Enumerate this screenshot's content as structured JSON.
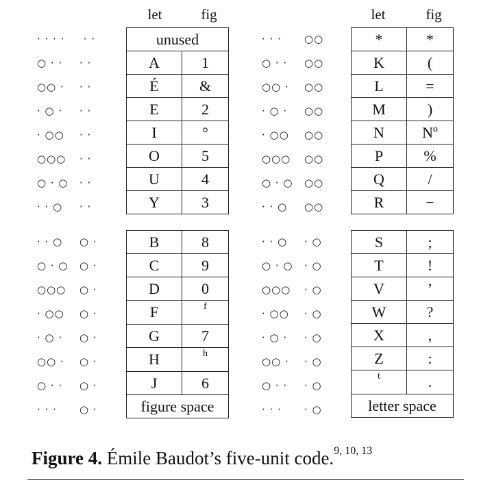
{
  "header": {
    "left_let": "let",
    "left_fig": "fig",
    "right_let": "let",
    "right_fig": "fig"
  },
  "left_top": {
    "span_row": {
      "code": [
        "· · · ·",
        " · ·"
      ],
      "text": "unused"
    },
    "rows": [
      {
        "code": [
          "○ · ·",
          "· ·"
        ],
        "let": "A",
        "fig": "1"
      },
      {
        "code": [
          "○○ ·",
          "· ·"
        ],
        "let": "É",
        "fig": "&"
      },
      {
        "code": [
          "· ○ ·",
          "· ·"
        ],
        "let": "E",
        "fig": "2"
      },
      {
        "code": [
          "· ○○",
          "· ·"
        ],
        "let": "I",
        "fig": "°"
      },
      {
        "code": [
          "○○○",
          "· ·"
        ],
        "let": "O",
        "fig": "5"
      },
      {
        "code": [
          "○ · ○",
          "· ·"
        ],
        "let": "U",
        "fig": "4"
      },
      {
        "code": [
          "· · ○",
          "· ·"
        ],
        "let": "Y",
        "fig": "3"
      }
    ]
  },
  "left_bottom": {
    "rows": [
      {
        "code": [
          "· · ○",
          "○ ·"
        ],
        "let": "B",
        "fig": "8"
      },
      {
        "code": [
          "○ · ○",
          "○ ·"
        ],
        "let": "C",
        "fig": "9"
      },
      {
        "code": [
          "○○○",
          "○ ·"
        ],
        "let": "D",
        "fig": "0"
      },
      {
        "code": [
          "· ○○",
          "○ ·"
        ],
        "let": "F",
        "fig": "f"
      },
      {
        "code": [
          "· ○ ·",
          "○ ·"
        ],
        "let": "G",
        "fig": "7"
      },
      {
        "code": [
          "○○ ·",
          "○ ·"
        ],
        "let": "H",
        "fig": "h"
      },
      {
        "code": [
          "○ · ·",
          "○ ·"
        ],
        "let": "J",
        "fig": "6"
      }
    ],
    "span_row": {
      "code": [
        "· · ·",
        "○ ·"
      ],
      "text": "figure space"
    }
  },
  "right_top": {
    "rows": [
      {
        "code": [
          "· · ·",
          "○○"
        ],
        "let": "*",
        "fig": "*"
      },
      {
        "code": [
          "○ · ·",
          "○○"
        ],
        "let": "K",
        "fig": "("
      },
      {
        "code": [
          "○○ ·",
          "○○"
        ],
        "let": "L",
        "fig": "="
      },
      {
        "code": [
          "· ○ ·",
          "○○"
        ],
        "let": "M",
        "fig": ")"
      },
      {
        "code": [
          "· ○○",
          "○○"
        ],
        "let": "N",
        "fig": "Nº"
      },
      {
        "code": [
          "○○○",
          "○○"
        ],
        "let": "P",
        "fig": "%"
      },
      {
        "code": [
          "○ · ○",
          "○○"
        ],
        "let": "Q",
        "fig": "/"
      },
      {
        "code": [
          "· · ○",
          "○○"
        ],
        "let": "R",
        "fig": "−"
      }
    ]
  },
  "right_bottom": {
    "rows": [
      {
        "code": [
          "· · ○",
          "· ○"
        ],
        "let": "S",
        "fig": ";"
      },
      {
        "code": [
          "○ · ○",
          "· ○"
        ],
        "let": "T",
        "fig": "!"
      },
      {
        "code": [
          "○○○",
          "· ○"
        ],
        "let": "V",
        "fig": "’"
      },
      {
        "code": [
          "· ○○",
          "· ○"
        ],
        "let": "W",
        "fig": "?"
      },
      {
        "code": [
          "· ○ ·",
          "· ○"
        ],
        "let": "X",
        "fig": ","
      },
      {
        "code": [
          "○○ ·",
          "· ○"
        ],
        "let": "Z",
        "fig": ":"
      },
      {
        "code": [
          "○ · ·",
          "· ○"
        ],
        "let": "t",
        "fig": "."
      }
    ],
    "span_row": {
      "code": [
        "· · ·",
        "· ○"
      ],
      "text": "letter space"
    }
  },
  "caption": {
    "label": "Figure 4.",
    "text": "Émile Baudot’s five-unit code.",
    "refs": "9, 10, 13"
  }
}
